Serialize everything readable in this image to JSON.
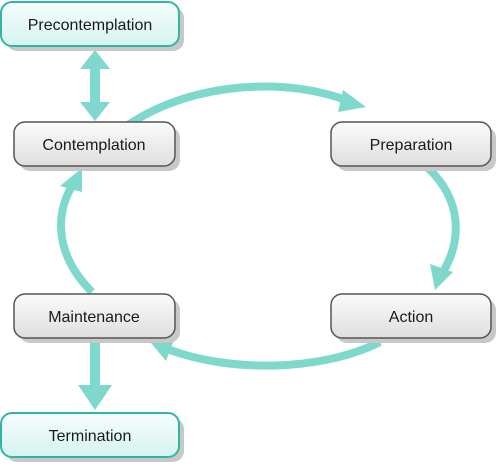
{
  "diagram": {
    "colors": {
      "arrow": "#7fd8cc",
      "node_fill": "#ececec",
      "node_stroke": "#555555",
      "end_fill": "#e4f8f5",
      "end_stroke": "#33b5a6",
      "shadow": "#c8c8c8"
    },
    "nodes": {
      "precontemplation": "Precontemplation",
      "contemplation": "Contemplation",
      "preparation": "Preparation",
      "action": "Action",
      "maintenance": "Maintenance",
      "termination": "Termination"
    }
  }
}
